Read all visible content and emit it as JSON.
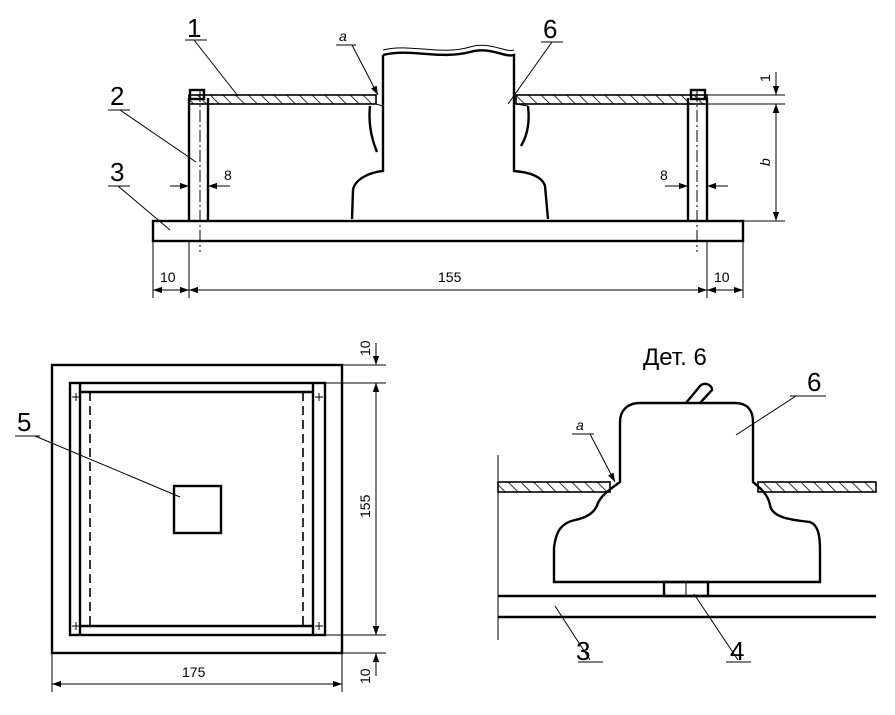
{
  "labels": {
    "part_1": "1",
    "part_2": "2",
    "part_3": "3",
    "part_4": "4",
    "part_5": "5",
    "part_6": "6",
    "part_6_detail": "6",
    "part_3_detail": "3",
    "detail_title": "Дет. 6"
  },
  "dimensions": {
    "d_8_left": "8",
    "d_8_right": "8",
    "d_10_left": "10",
    "d_155_bottom": "155",
    "d_10_right": "10",
    "d_1": "1",
    "d_b": "b",
    "d_a_top": "a",
    "d_10_plan_top": "10",
    "d_155_plan": "155",
    "d_10_plan_bottom": "10",
    "d_175_plan": "175",
    "d_a_detail": "a"
  }
}
